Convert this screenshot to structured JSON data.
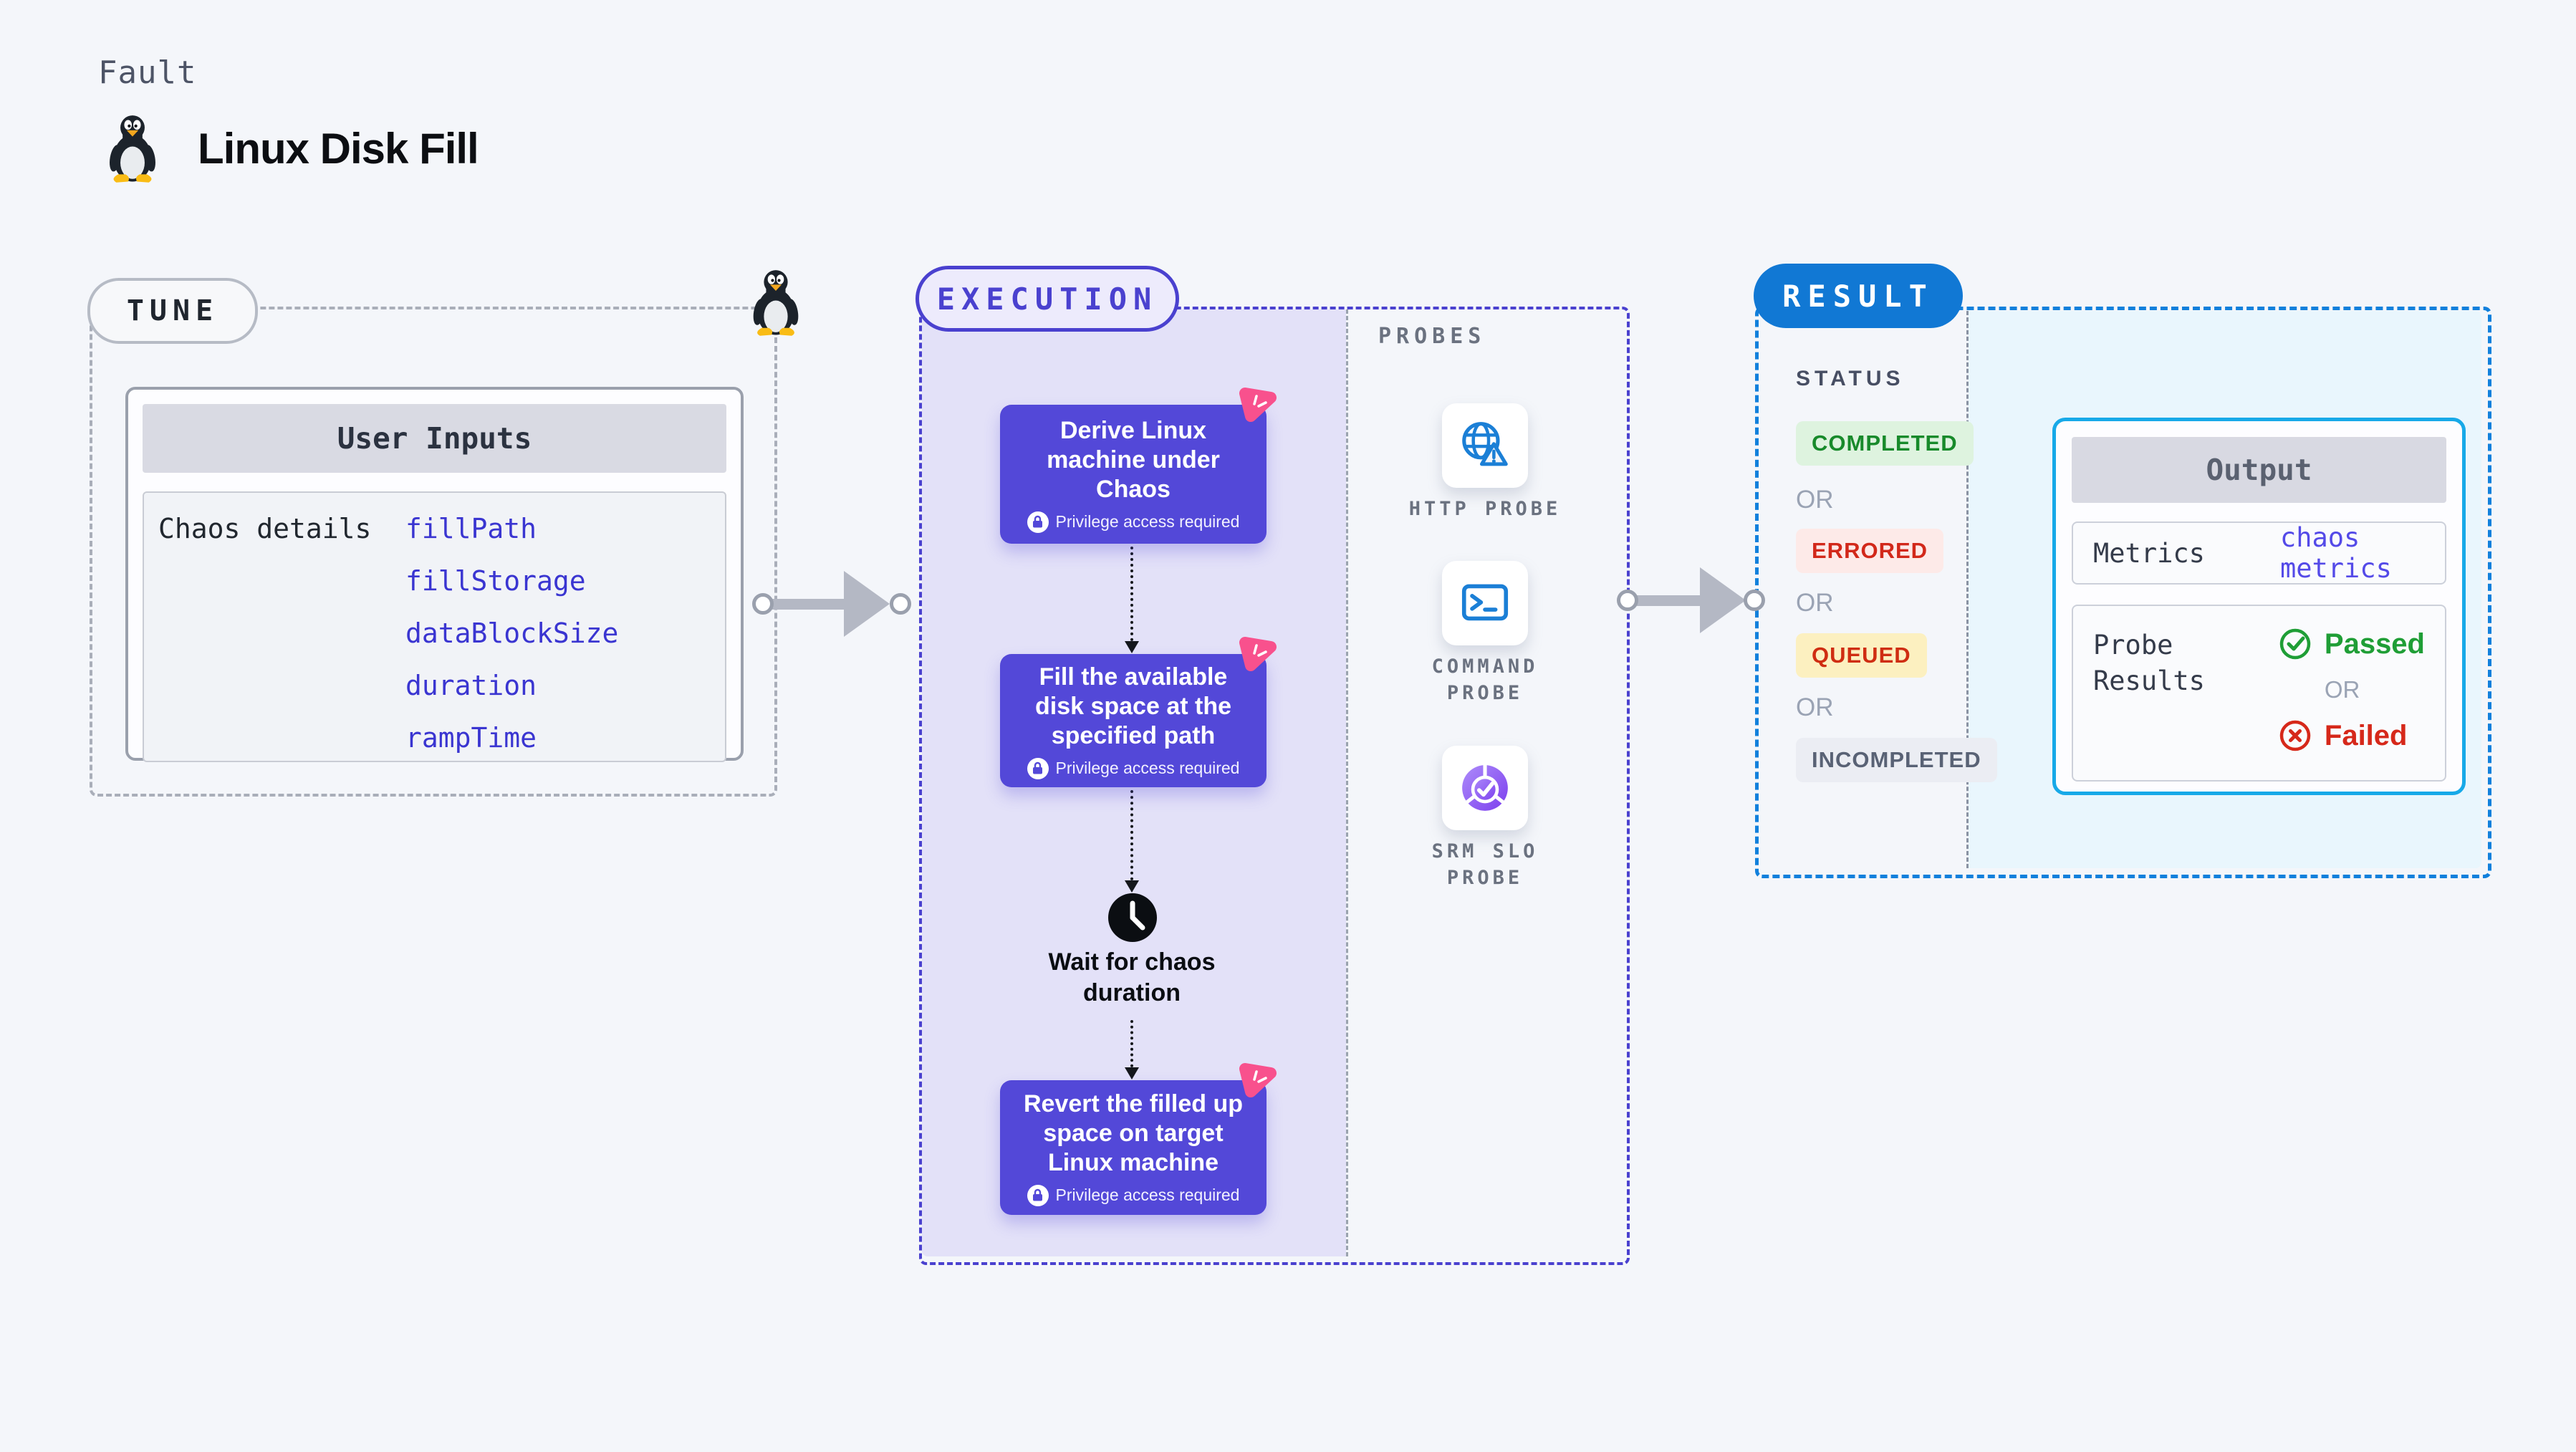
{
  "header": {
    "kicker": "Fault",
    "title": "Linux Disk Fill",
    "title_icon": "tux-penguin-icon"
  },
  "tune": {
    "badge": "TUNE",
    "corner_icon": "tux-penguin-icon",
    "user_inputs": {
      "title": "User Inputs",
      "row_label": "Chaos details",
      "params": [
        "fillPath",
        "fillStorage",
        "dataBlockSize",
        "duration",
        "rampTime"
      ]
    }
  },
  "execution": {
    "badge": "EXECUTION",
    "steps": [
      {
        "title": "Derive Linux machine under Chaos",
        "note": "Privilege access required",
        "badge_icon": "lock-icon",
        "corner_icon": "litmus-chaos-icon"
      },
      {
        "title": "Fill the available disk space at the specified path",
        "note": "Privilege access required",
        "badge_icon": "lock-icon",
        "corner_icon": "litmus-chaos-icon"
      },
      {
        "title": "Revert the filled up space on target Linux machine",
        "note": "Privilege access required",
        "badge_icon": "lock-icon",
        "corner_icon": "litmus-chaos-icon"
      }
    ],
    "wait": {
      "label": "Wait for chaos duration",
      "icon": "clock-icon"
    }
  },
  "probes": {
    "label": "PROBES",
    "items": [
      {
        "name": "HTTP PROBE",
        "icon": "globe-warning-icon"
      },
      {
        "name": "COMMAND PROBE",
        "icon": "terminal-icon"
      },
      {
        "name": "SRM SLO PROBE",
        "icon": "slo-gauge-icon"
      }
    ]
  },
  "result": {
    "badge": "RESULT",
    "status_label": "STATUS",
    "or_label": "OR",
    "statuses": [
      {
        "label": "COMPLETED",
        "fg": "#188a2b",
        "bg": "#def3df"
      },
      {
        "label": "ERRORED",
        "fg": "#d2281a",
        "bg": "#fdeae8"
      },
      {
        "label": "QUEUED",
        "fg": "#cf2d12",
        "bg": "#fcf0c0"
      },
      {
        "label": "INCOMPLETED",
        "fg": "#596275",
        "bg": "#ebedf3"
      }
    ],
    "output": {
      "title": "Output",
      "metrics_label": "Metrics",
      "metrics_link": "chaos metrics",
      "probe_results_label": "Probe Results",
      "passed_label": "Passed",
      "failed_label": "Failed",
      "passed_icon": "check-circle-icon",
      "failed_icon": "x-circle-icon"
    }
  },
  "colors": {
    "page_bg": "#f4f6fa",
    "tune_border": "#a9aeb9",
    "execution_accent": "#4a41cf",
    "execution_bg": "#e3e1f8",
    "step_card_bg": "#5348d8",
    "litmus_pink": "#f8518d",
    "result_accent": "#1178d4",
    "result_bg": "#e9f6fd",
    "output_border": "#17a9e8",
    "link_indigo": "#3a35d1",
    "metrics_link_color": "#544ae8",
    "passed_green": "#1f9e36",
    "failed_red": "#d6281a",
    "probe_icon_blue": "#1b7fd6"
  }
}
